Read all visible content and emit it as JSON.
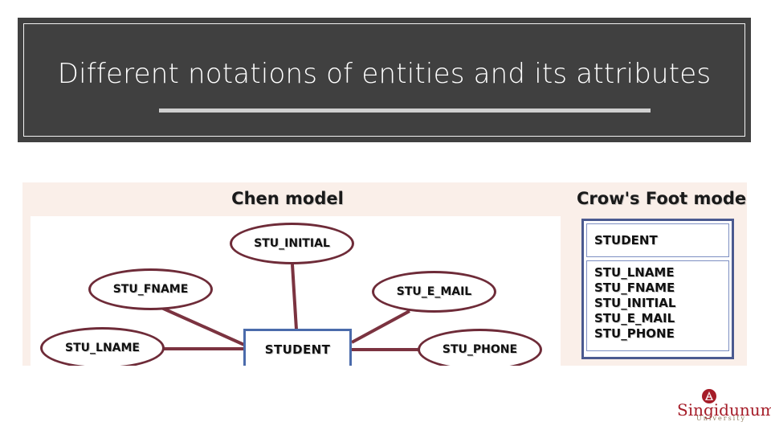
{
  "slide": {
    "title": "Different notations of entities and its attributes",
    "background_color": "#ffffff",
    "banner_color": "#404040",
    "banner_text_color": "#ffffff",
    "rule_color": "#d0d0d0"
  },
  "figure": {
    "background_color": "#faefe9",
    "panels": [
      {
        "caption": "Chen model"
      },
      {
        "caption": "Crow's Foot model"
      }
    ],
    "chen": {
      "entity": "STUDENT",
      "entity_border_color": "#4b6bab",
      "attribute_border_color": "#6e2b38",
      "connector_color": "#7b3340",
      "attributes": [
        {
          "name": "STU_INITIAL"
        },
        {
          "name": "STU_FNAME"
        },
        {
          "name": "STU_E_MAIL"
        },
        {
          "name": "STU_LNAME"
        },
        {
          "name": "STU_PHONE"
        }
      ]
    },
    "crows_foot": {
      "entity": "STUDENT",
      "border_color": "#4b5a90",
      "attributes": [
        "STU_LNAME",
        "STU_FNAME",
        "STU_INITIAL",
        "STU_E_MAIL",
        "STU_PHONE"
      ]
    }
  },
  "logo": {
    "name": "Singidunum",
    "subtitle": "University",
    "color": "#a51c28",
    "crest_icon": "university-crest-icon"
  }
}
